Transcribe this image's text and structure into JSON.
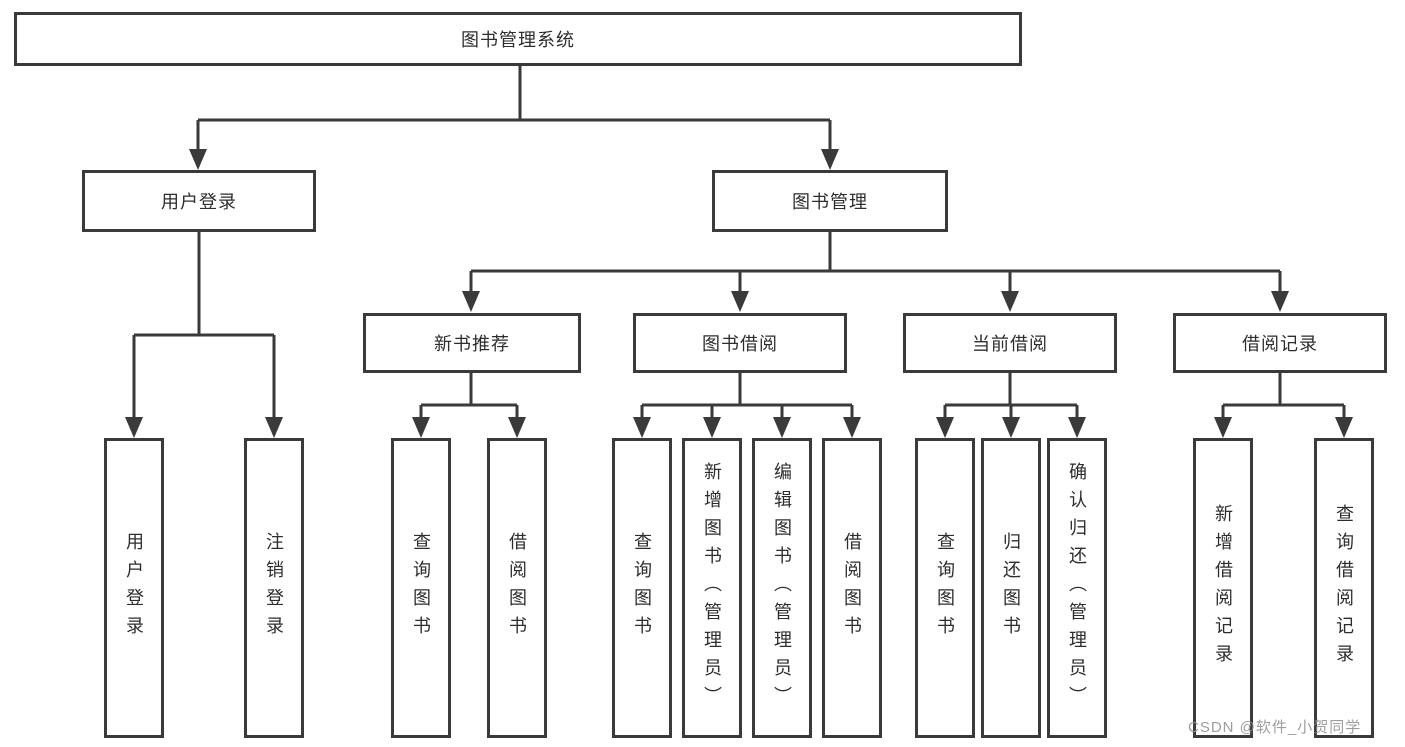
{
  "colors": {
    "line": "#3a3a3a",
    "box_border": "#3a3a3a",
    "text": "#2d2d2d",
    "watermark": "#949494",
    "background": "#ffffff"
  },
  "tree": {
    "root": {
      "label": "图书管理系统"
    },
    "branches": [
      {
        "label": "用户登录",
        "children": [
          {
            "label": "用户登录"
          },
          {
            "label": "注销登录"
          }
        ]
      },
      {
        "label": "图书管理",
        "children": [
          {
            "label": "新书推荐",
            "children": [
              {
                "label": "查询图书"
              },
              {
                "label": "借阅图书"
              }
            ]
          },
          {
            "label": "图书借阅",
            "children": [
              {
                "label": "查询图书"
              },
              {
                "label": "新增图书（管理员）"
              },
              {
                "label": "编辑图书（管理员）"
              },
              {
                "label": "借阅图书"
              }
            ]
          },
          {
            "label": "当前借阅",
            "children": [
              {
                "label": "查询图书"
              },
              {
                "label": "归还图书"
              },
              {
                "label": "确认归还（管理员）"
              }
            ]
          },
          {
            "label": "借阅记录",
            "children": [
              {
                "label": "新增借阅记录"
              },
              {
                "label": "查询借阅记录"
              }
            ]
          }
        ]
      }
    ]
  },
  "watermark": "CSDN @软件_小贺同学"
}
